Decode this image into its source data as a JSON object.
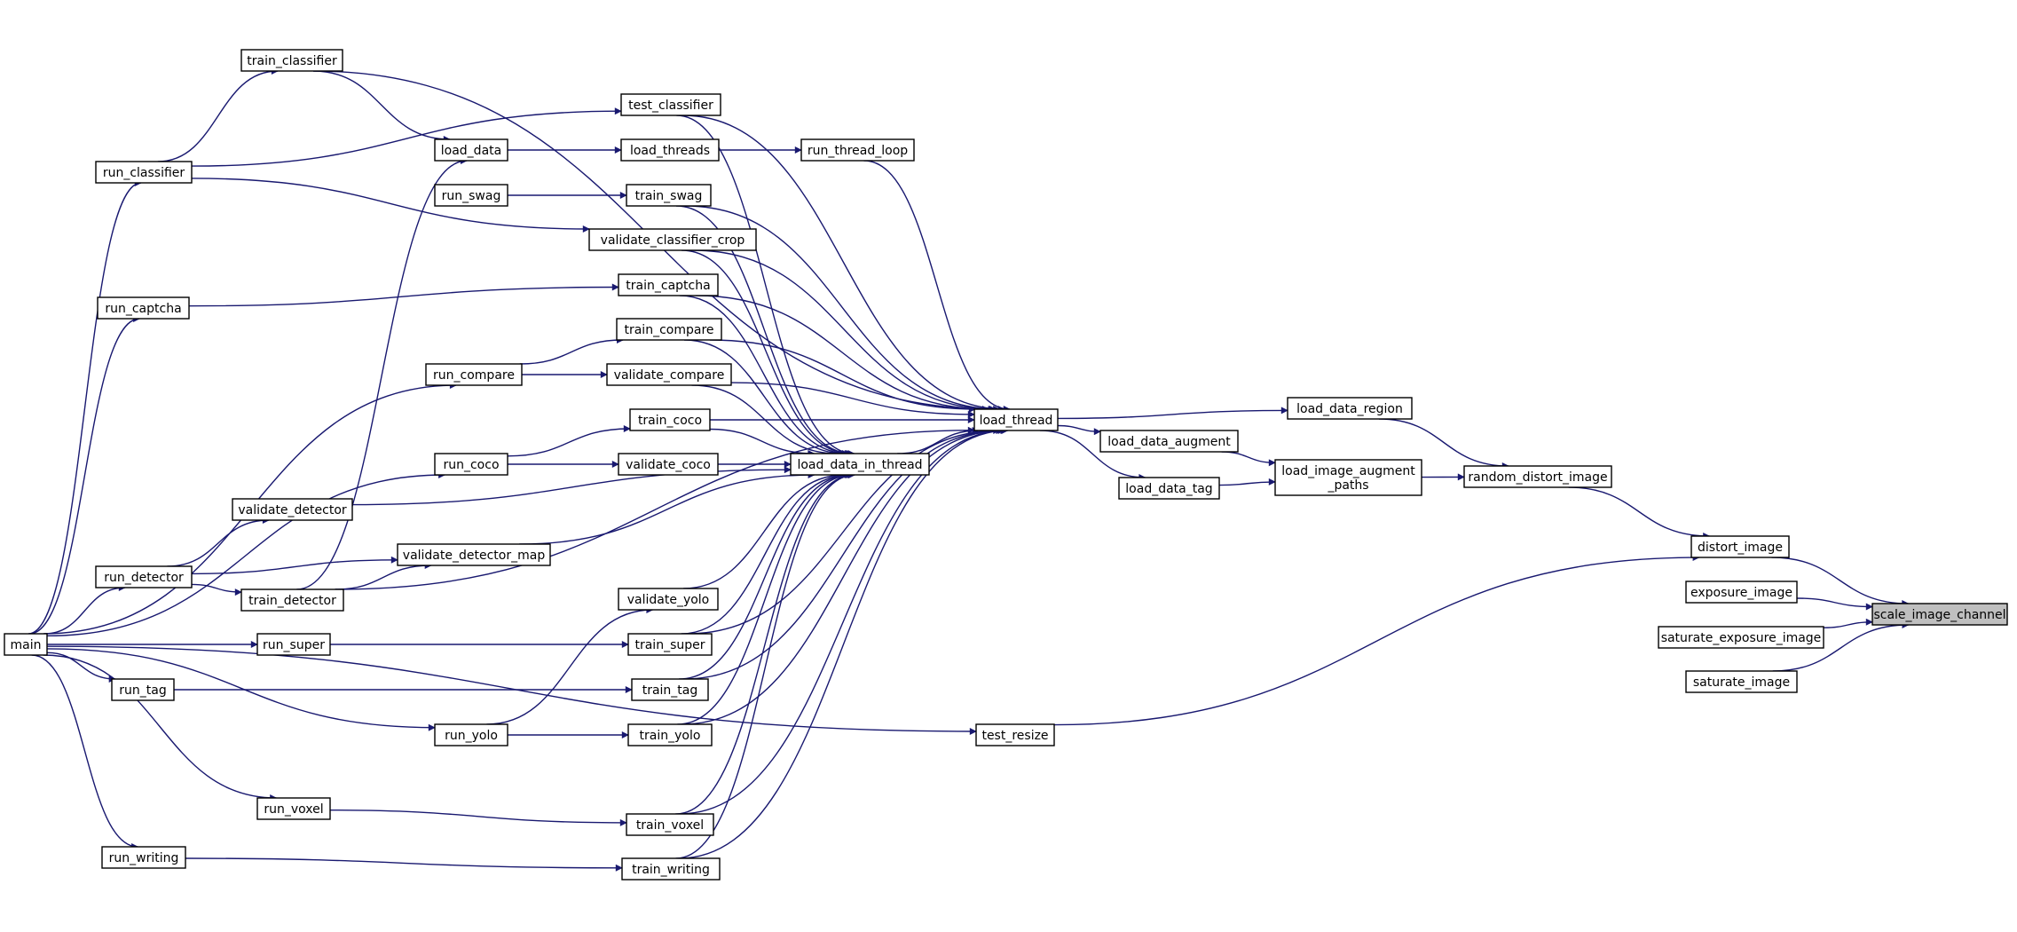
{
  "diagram": {
    "type": "call-graph",
    "root": "scale_image_channel",
    "colors": {
      "edge": "#191970",
      "node_border": "#000000",
      "node_fill": "#ffffff",
      "root_fill": "#bfbfbf"
    },
    "nodes": [
      {
        "id": "main",
        "label": "main"
      },
      {
        "id": "run_classifier",
        "label": "run_classifier"
      },
      {
        "id": "train_classifier",
        "label": "train_classifier"
      },
      {
        "id": "run_captcha",
        "label": "run_captcha"
      },
      {
        "id": "run_detector",
        "label": "run_detector"
      },
      {
        "id": "validate_detector",
        "label": "validate_detector"
      },
      {
        "id": "train_detector",
        "label": "train_detector"
      },
      {
        "id": "run_tag",
        "label": "run_tag"
      },
      {
        "id": "run_writing",
        "label": "run_writing"
      },
      {
        "id": "run_super",
        "label": "run_super"
      },
      {
        "id": "run_voxel",
        "label": "run_voxel"
      },
      {
        "id": "load_data",
        "label": "load_data"
      },
      {
        "id": "run_swag",
        "label": "run_swag"
      },
      {
        "id": "run_compare",
        "label": "run_compare"
      },
      {
        "id": "run_coco",
        "label": "run_coco"
      },
      {
        "id": "validate_detector_map",
        "label": "validate_detector_map"
      },
      {
        "id": "run_yolo",
        "label": "run_yolo"
      },
      {
        "id": "test_classifier",
        "label": "test_classifier"
      },
      {
        "id": "load_threads",
        "label": "load_threads"
      },
      {
        "id": "train_swag",
        "label": "train_swag"
      },
      {
        "id": "validate_classifier_crop",
        "label": "validate_classifier_crop"
      },
      {
        "id": "train_captcha",
        "label": "train_captcha"
      },
      {
        "id": "train_compare",
        "label": "train_compare"
      },
      {
        "id": "validate_compare",
        "label": "validate_compare"
      },
      {
        "id": "train_coco",
        "label": "train_coco"
      },
      {
        "id": "validate_coco",
        "label": "validate_coco"
      },
      {
        "id": "validate_yolo",
        "label": "validate_yolo"
      },
      {
        "id": "train_super",
        "label": "train_super"
      },
      {
        "id": "train_tag",
        "label": "train_tag"
      },
      {
        "id": "train_yolo",
        "label": "train_yolo"
      },
      {
        "id": "train_voxel",
        "label": "train_voxel"
      },
      {
        "id": "train_writing",
        "label": "train_writing"
      },
      {
        "id": "run_thread_loop",
        "label": "run_thread_loop"
      },
      {
        "id": "load_data_in_thread",
        "label": "load_data_in_thread"
      },
      {
        "id": "load_thread",
        "label": "load_thread"
      },
      {
        "id": "test_resize",
        "label": "test_resize"
      },
      {
        "id": "load_data_augment",
        "label": "load_data_augment"
      },
      {
        "id": "load_data_tag",
        "label": "load_data_tag"
      },
      {
        "id": "load_data_region",
        "label": "load_data_region"
      },
      {
        "id": "load_image_augment_paths",
        "label": "load_image_augment\n_paths"
      },
      {
        "id": "random_distort_image",
        "label": "random_distort_image"
      },
      {
        "id": "distort_image",
        "label": "distort_image"
      },
      {
        "id": "exposure_image",
        "label": "exposure_image"
      },
      {
        "id": "saturate_exposure_image",
        "label": "saturate_exposure_image"
      },
      {
        "id": "saturate_image",
        "label": "saturate_image"
      },
      {
        "id": "scale_image_channel",
        "label": "scale_image_channel"
      }
    ],
    "edges": [
      [
        "main",
        "run_classifier"
      ],
      [
        "main",
        "run_captcha"
      ],
      [
        "main",
        "run_detector"
      ],
      [
        "main",
        "run_tag"
      ],
      [
        "main",
        "run_writing"
      ],
      [
        "main",
        "run_super"
      ],
      [
        "main",
        "run_voxel"
      ],
      [
        "main",
        "run_compare"
      ],
      [
        "main",
        "run_coco"
      ],
      [
        "main",
        "run_yolo"
      ],
      [
        "main",
        "test_resize"
      ],
      [
        "run_classifier",
        "train_classifier"
      ],
      [
        "run_classifier",
        "test_classifier"
      ],
      [
        "run_classifier",
        "validate_classifier_crop"
      ],
      [
        "train_classifier",
        "load_data"
      ],
      [
        "train_classifier",
        "load_thread"
      ],
      [
        "run_captcha",
        "train_captcha"
      ],
      [
        "run_detector",
        "validate_detector"
      ],
      [
        "run_detector",
        "train_detector"
      ],
      [
        "run_detector",
        "validate_detector_map"
      ],
      [
        "train_detector",
        "load_data"
      ],
      [
        "train_detector",
        "validate_detector_map"
      ],
      [
        "train_detector",
        "load_thread"
      ],
      [
        "validate_detector",
        "load_data_in_thread"
      ],
      [
        "validate_detector_map",
        "load_data_in_thread"
      ],
      [
        "run_tag",
        "train_tag"
      ],
      [
        "run_writing",
        "train_writing"
      ],
      [
        "run_super",
        "train_super"
      ],
      [
        "run_voxel",
        "train_voxel"
      ],
      [
        "load_data",
        "load_threads"
      ],
      [
        "load_threads",
        "run_thread_loop"
      ],
      [
        "run_thread_loop",
        "load_thread"
      ],
      [
        "run_swag",
        "train_swag"
      ],
      [
        "run_compare",
        "train_compare"
      ],
      [
        "run_compare",
        "validate_compare"
      ],
      [
        "run_coco",
        "train_coco"
      ],
      [
        "run_coco",
        "validate_coco"
      ],
      [
        "run_yolo",
        "validate_yolo"
      ],
      [
        "run_yolo",
        "train_yolo"
      ],
      [
        "test_classifier",
        "load_data_in_thread"
      ],
      [
        "test_classifier",
        "load_thread"
      ],
      [
        "train_swag",
        "load_data_in_thread"
      ],
      [
        "train_swag",
        "load_thread"
      ],
      [
        "validate_classifier_crop",
        "load_data_in_thread"
      ],
      [
        "validate_classifier_crop",
        "load_thread"
      ],
      [
        "train_captcha",
        "load_data_in_thread"
      ],
      [
        "train_captcha",
        "load_thread"
      ],
      [
        "train_compare",
        "load_data_in_thread"
      ],
      [
        "train_compare",
        "load_thread"
      ],
      [
        "validate_compare",
        "load_data_in_thread"
      ],
      [
        "validate_compare",
        "load_thread"
      ],
      [
        "train_coco",
        "load_data_in_thread"
      ],
      [
        "train_coco",
        "load_thread"
      ],
      [
        "validate_coco",
        "load_data_in_thread"
      ],
      [
        "validate_yolo",
        "load_data_in_thread"
      ],
      [
        "train_super",
        "load_data_in_thread"
      ],
      [
        "train_super",
        "load_thread"
      ],
      [
        "train_tag",
        "load_data_in_thread"
      ],
      [
        "train_tag",
        "load_thread"
      ],
      [
        "train_yolo",
        "load_data_in_thread"
      ],
      [
        "train_yolo",
        "load_thread"
      ],
      [
        "train_voxel",
        "load_data_in_thread"
      ],
      [
        "train_voxel",
        "load_thread"
      ],
      [
        "train_writing",
        "load_data_in_thread"
      ],
      [
        "train_writing",
        "load_thread"
      ],
      [
        "load_data_in_thread",
        "load_thread"
      ],
      [
        "load_thread",
        "load_data_region"
      ],
      [
        "load_thread",
        "load_data_augment"
      ],
      [
        "load_thread",
        "load_data_tag"
      ],
      [
        "load_data_augment",
        "load_image_augment_paths"
      ],
      [
        "load_data_tag",
        "load_image_augment_paths"
      ],
      [
        "load_data_region",
        "random_distort_image"
      ],
      [
        "load_image_augment_paths",
        "random_distort_image"
      ],
      [
        "random_distort_image",
        "distort_image"
      ],
      [
        "distort_image",
        "scale_image_channel"
      ],
      [
        "test_resize",
        "distort_image"
      ],
      [
        "exposure_image",
        "scale_image_channel"
      ],
      [
        "saturate_exposure_image",
        "scale_image_channel"
      ],
      [
        "saturate_image",
        "scale_image_channel"
      ]
    ]
  }
}
